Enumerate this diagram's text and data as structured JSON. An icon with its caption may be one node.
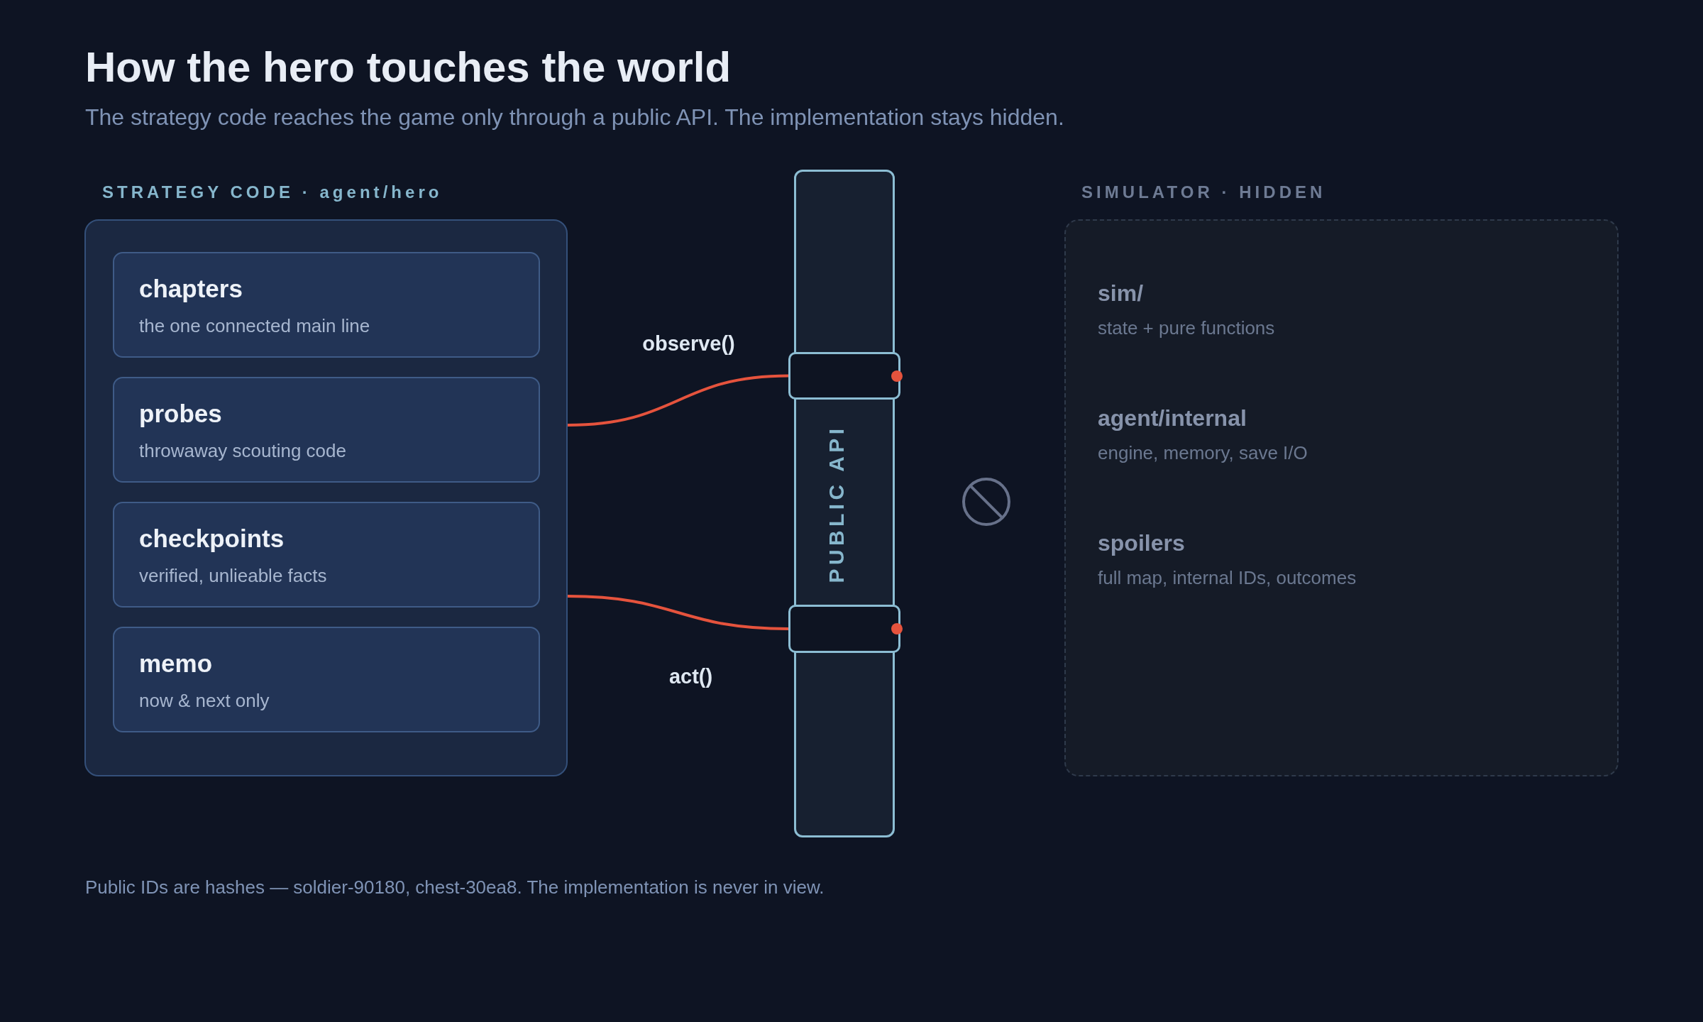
{
  "diagram": {
    "title": "How the hero touches the world",
    "nodes": [
      {
        "text": [
          "STRATEGY CODE · agent/hero"
        ]
      },
      {
        "text": [
          "chapters",
          "the one connected main line"
        ],
        "in": 0
      },
      {
        "text": [
          "probes",
          "throwaway scouting code"
        ],
        "in": 0
      },
      {
        "text": [
          "checkpoints",
          "verified, unlieable facts"
        ],
        "in": 0
      },
      {
        "text": [
          "memo",
          "now & next only"
        ],
        "in": 0
      },
      {
        "text": [
          "PUBLIC API"
        ]
      },
      {
        "text": [],
        "shape": "box"
      },
      {
        "text": [],
        "shape": "box"
      },
      {
        "text": [
          "SIMULATOR · HIDDEN",
          "sim/",
          "state + pure functions",
          "agent/internal",
          "engine, memory, save I/O",
          "spoilers",
          "full map, internal IDs, outcomes"
        ]
      }
    ],
    "edges": [
      {
        "from": 0,
        "to": 6,
        "arrow": "none",
        "label": "observe()"
      },
      {
        "from": 0,
        "to": 7,
        "arrow": "none",
        "label": "act()"
      }
    ],
    "labels": [
      "The strategy code reaches the game only through a public API. The implementation stays hidden."
    ],
    "caption": "Public IDs are hashes — soldier-90180, chest-30ea8. The implementation is never in view."
  }
}
